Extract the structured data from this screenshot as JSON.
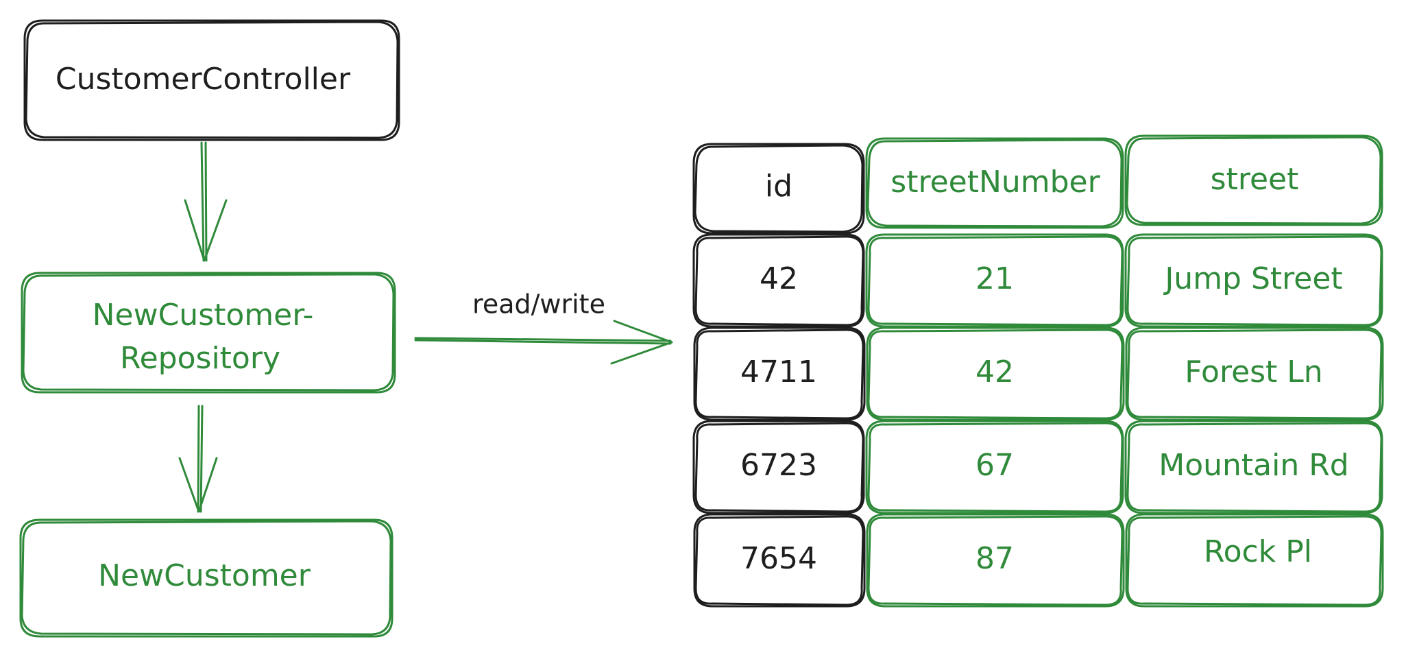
{
  "colors": {
    "black": "#1e1e1e",
    "green": "#2f8a3a"
  },
  "nodes": {
    "controller": {
      "label": "CustomerController",
      "color": "black"
    },
    "repository": {
      "label_line1": "NewCustomer-",
      "label_line2": "Repository",
      "color": "green"
    },
    "entity": {
      "label": "NewCustomer",
      "color": "green"
    }
  },
  "edges": {
    "read_write_label": "read/write"
  },
  "table": {
    "headers": [
      "id",
      "streetNumber",
      "street"
    ],
    "rows": [
      [
        "42",
        "21",
        "Jump Street"
      ],
      [
        "4711",
        "42",
        "Forest Ln"
      ],
      [
        "6723",
        "67",
        "Mountain Rd"
      ],
      [
        "7654",
        "87",
        "Rock Pl"
      ]
    ]
  }
}
